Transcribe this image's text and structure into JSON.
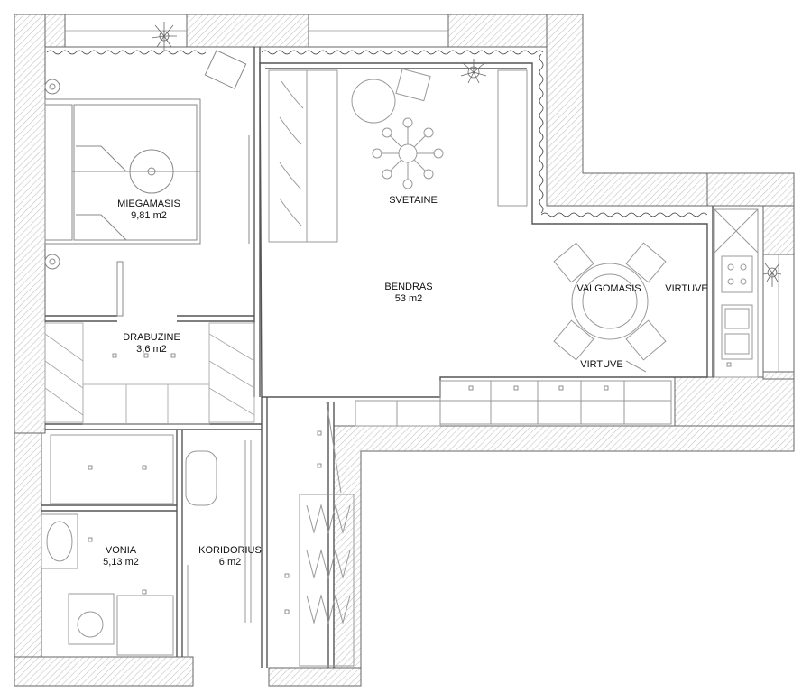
{
  "rooms": {
    "bedroom": {
      "name": "MIEGAMASIS",
      "area": "9,81 m2"
    },
    "living": {
      "name": "SVETAINE"
    },
    "common": {
      "name": "BENDRAS",
      "area": "53 m2"
    },
    "dining": {
      "name": "VALGOMASIS"
    },
    "kitchen_top": {
      "name": "VIRTUVE"
    },
    "kitchen_bottom": {
      "name": "VIRTUVE"
    },
    "wardrobe": {
      "name": "DRABUZINE",
      "area": "3,6 m2"
    },
    "bathroom": {
      "name": "VONIA",
      "area": "5,13 m2"
    },
    "corridor": {
      "name": "KORIDORIUS",
      "area": "6 m2"
    }
  },
  "colors": {
    "wall_line": "#555555",
    "wall_hatch": "#c8c8c8",
    "furniture_line": "#9a9a9a",
    "background": "#ffffff",
    "plant": "#777777"
  }
}
